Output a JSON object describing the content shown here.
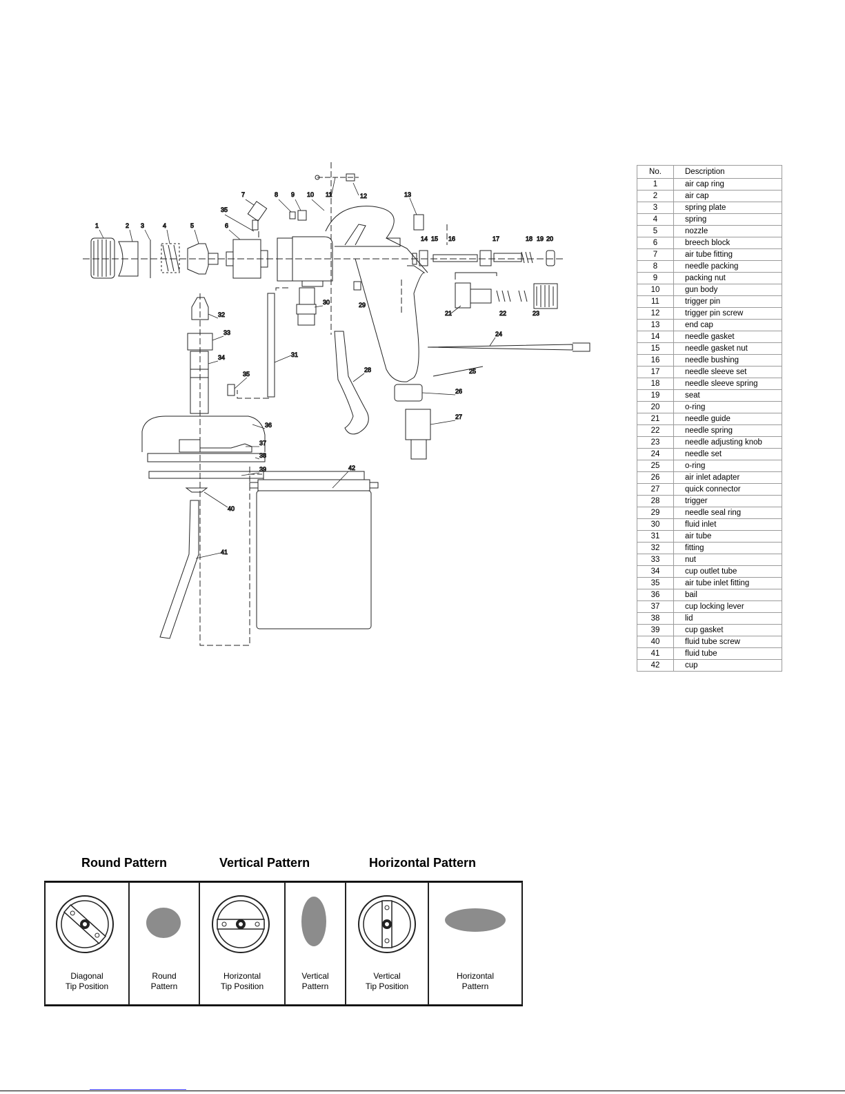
{
  "diagram": {
    "callouts": [
      "1",
      "2",
      "3",
      "4",
      "5",
      "6",
      "7",
      "8",
      "9",
      "10",
      "11",
      "12",
      "13",
      "14",
      "15",
      "16",
      "17",
      "18",
      "19",
      "20",
      "21",
      "22",
      "23",
      "24",
      "25",
      "26",
      "27",
      "28",
      "29",
      "30",
      "31",
      "32",
      "33",
      "34",
      "35",
      "35",
      "36",
      "37",
      "38",
      "39",
      "40",
      "41",
      "42"
    ]
  },
  "parts_table": {
    "headers": {
      "no": "No.",
      "description": "Description"
    },
    "rows": [
      {
        "no": "1",
        "desc": "air cap ring"
      },
      {
        "no": "2",
        "desc": "air cap"
      },
      {
        "no": "3",
        "desc": "spring plate"
      },
      {
        "no": "4",
        "desc": "spring"
      },
      {
        "no": "5",
        "desc": "nozzle"
      },
      {
        "no": "6",
        "desc": "breech block"
      },
      {
        "no": "7",
        "desc": "air tube fitting"
      },
      {
        "no": "8",
        "desc": "needle packing"
      },
      {
        "no": "9",
        "desc": "packing nut"
      },
      {
        "no": "10",
        "desc": "gun body"
      },
      {
        "no": "11",
        "desc": "trigger pin"
      },
      {
        "no": "12",
        "desc": "trigger pin screw"
      },
      {
        "no": "13",
        "desc": "end cap"
      },
      {
        "no": "14",
        "desc": "needle gasket"
      },
      {
        "no": "15",
        "desc": "needle gasket nut"
      },
      {
        "no": "16",
        "desc": "needle bushing"
      },
      {
        "no": "17",
        "desc": "needle sleeve set"
      },
      {
        "no": "18",
        "desc": "needle sleeve spring"
      },
      {
        "no": "19",
        "desc": "seat"
      },
      {
        "no": "20",
        "desc": "o-ring"
      },
      {
        "no": "21",
        "desc": "needle guide"
      },
      {
        "no": "22",
        "desc": "needle spring"
      },
      {
        "no": "23",
        "desc": "needle adjusting knob"
      },
      {
        "no": "24",
        "desc": "needle set"
      },
      {
        "no": "25",
        "desc": "o-ring"
      },
      {
        "no": "26",
        "desc": "air inlet adapter"
      },
      {
        "no": "27",
        "desc": "quick connector"
      },
      {
        "no": "28",
        "desc": "trigger"
      },
      {
        "no": "29",
        "desc": "needle seal ring"
      },
      {
        "no": "30",
        "desc": "fluid inlet"
      },
      {
        "no": "31",
        "desc": "air tube"
      },
      {
        "no": "32",
        "desc": "fitting"
      },
      {
        "no": "33",
        "desc": "nut"
      },
      {
        "no": "34",
        "desc": "cup outlet tube"
      },
      {
        "no": "35",
        "desc": "air tube inlet fitting"
      },
      {
        "no": "36",
        "desc": "bail"
      },
      {
        "no": "37",
        "desc": "cup locking lever"
      },
      {
        "no": "38",
        "desc": "lid"
      },
      {
        "no": "39",
        "desc": "cup gasket"
      },
      {
        "no": "40",
        "desc": "fluid tube screw"
      },
      {
        "no": "41",
        "desc": "fluid tube"
      },
      {
        "no": "42",
        "desc": "cup"
      }
    ]
  },
  "patterns": {
    "titles": {
      "round": "Round Pattern",
      "vertical": "Vertical Pattern",
      "horizontal": "Horizontal Pattern"
    },
    "cells": [
      {
        "line1": "Diagonal",
        "line2": "Tip Position"
      },
      {
        "line1": "Round",
        "line2": "Pattern"
      },
      {
        "line1": "Horizontal",
        "line2": "Tip Position"
      },
      {
        "line1": "Vertical",
        "line2": "Pattern"
      },
      {
        "line1": "Vertical",
        "line2": "Tip Position"
      },
      {
        "line1": "Horizontal",
        "line2": "Pattern"
      }
    ]
  },
  "colors": {
    "ink": "#222222",
    "spray": "#8c8c8c",
    "link": "#3a3aff"
  }
}
